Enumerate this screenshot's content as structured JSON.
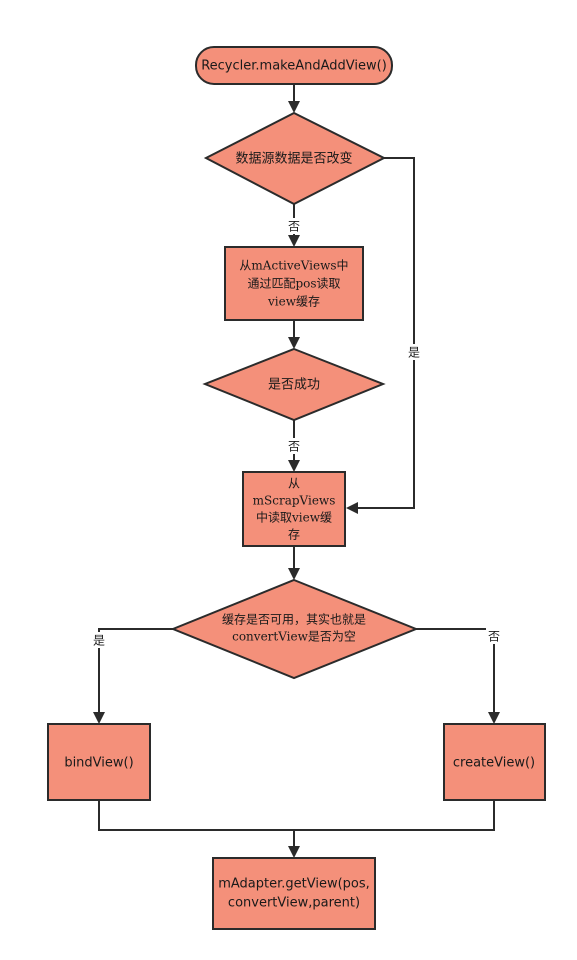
{
  "diagram": {
    "nodes": {
      "start": {
        "lines": [
          "Recycler.makeAndAddView()"
        ]
      },
      "check_changed": {
        "lines": [
          "数据源数据是否改变"
        ]
      },
      "read_active": {
        "lines": [
          "从mActiveViews中",
          "通过匹配pos读取",
          "view缓存"
        ]
      },
      "check_success": {
        "lines": [
          "是否成功"
        ]
      },
      "read_scrap": {
        "lines": [
          "从",
          "mScrapViews",
          "中读取view缓",
          "存"
        ]
      },
      "check_cache": {
        "lines": [
          "缓存是否可用，其实也就是",
          "convertView是否为空"
        ]
      },
      "bind_view": {
        "lines": [
          "bindView()"
        ]
      },
      "create_view": {
        "lines": [
          "createView()"
        ]
      },
      "get_view": {
        "lines": [
          "mAdapter.getView(pos,",
          "convertView,parent)"
        ]
      }
    },
    "edge_labels": {
      "changed_no": "否",
      "changed_yes": "是",
      "success_no": "否",
      "cache_yes": "是",
      "cache_no": "否"
    }
  }
}
